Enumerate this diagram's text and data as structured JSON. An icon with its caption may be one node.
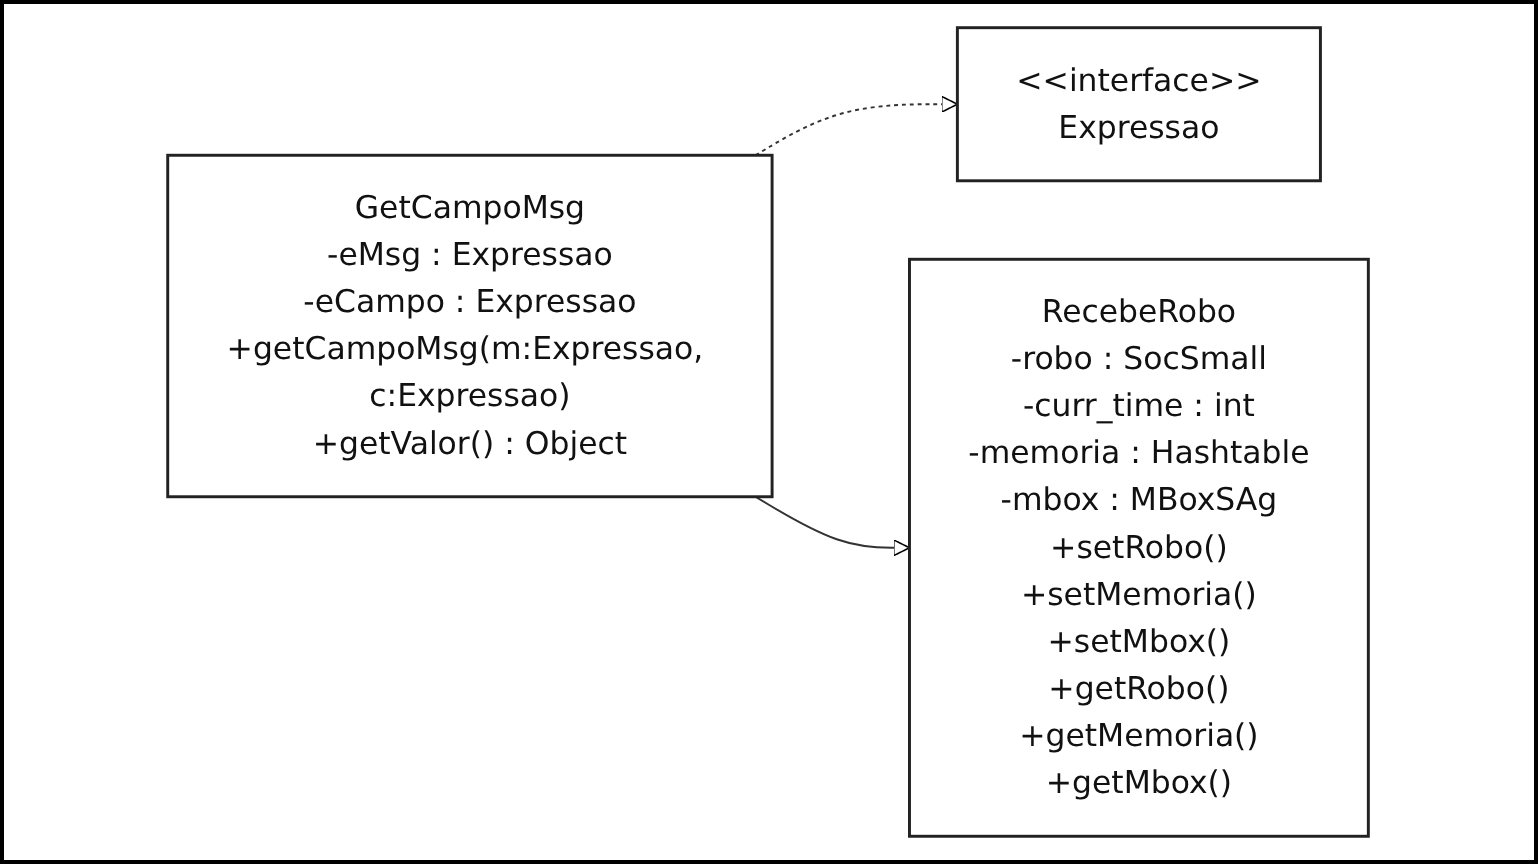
{
  "diagram": {
    "nodes": [
      {
        "text": [
          "<<interface>>",
          "Expressao"
        ]
      },
      {
        "text": [
          "GetCampoMsg",
          "-eMsg : Expressao",
          "-eCampo : Expressao",
          "+getCampoMsg(m:Expressao, c:Expressao)",
          "+getValor() : Object"
        ]
      },
      {
        "text": [
          "RecebeRobo",
          "-robo : SocSmall",
          "-curr_time : int",
          "-memoria : Hashtable",
          "-mbox : MBoxSAg",
          "+setRobo()",
          "+setMemoria()",
          "+setMbox()",
          "+getRobo()",
          "+getMemoria()",
          "+getMbox()"
        ]
      }
    ],
    "edges": [
      {
        "from": 1,
        "to": 0,
        "arrow": "to",
        "style": "dashed"
      },
      {
        "from": 1,
        "to": 2,
        "arrow": "to"
      }
    ]
  }
}
